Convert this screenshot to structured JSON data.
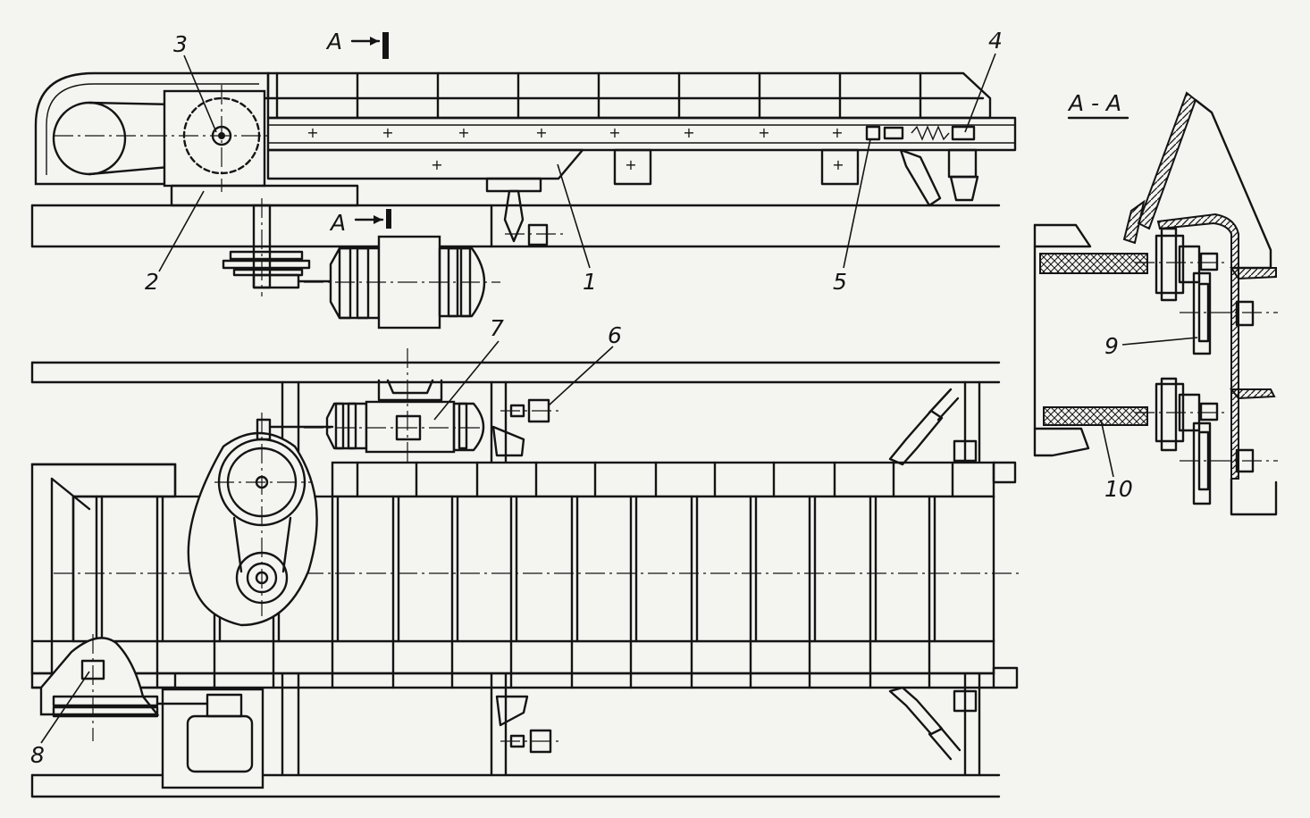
{
  "labels": {
    "n1": "1",
    "n2": "2",
    "n3": "3",
    "n4": "4",
    "n5": "5",
    "n6": "6",
    "n7": "7",
    "n8": "8",
    "n9": "9",
    "n10": "10"
  },
  "section": {
    "marker_top": "A",
    "marker_bottom": "A",
    "title": "A - A"
  }
}
